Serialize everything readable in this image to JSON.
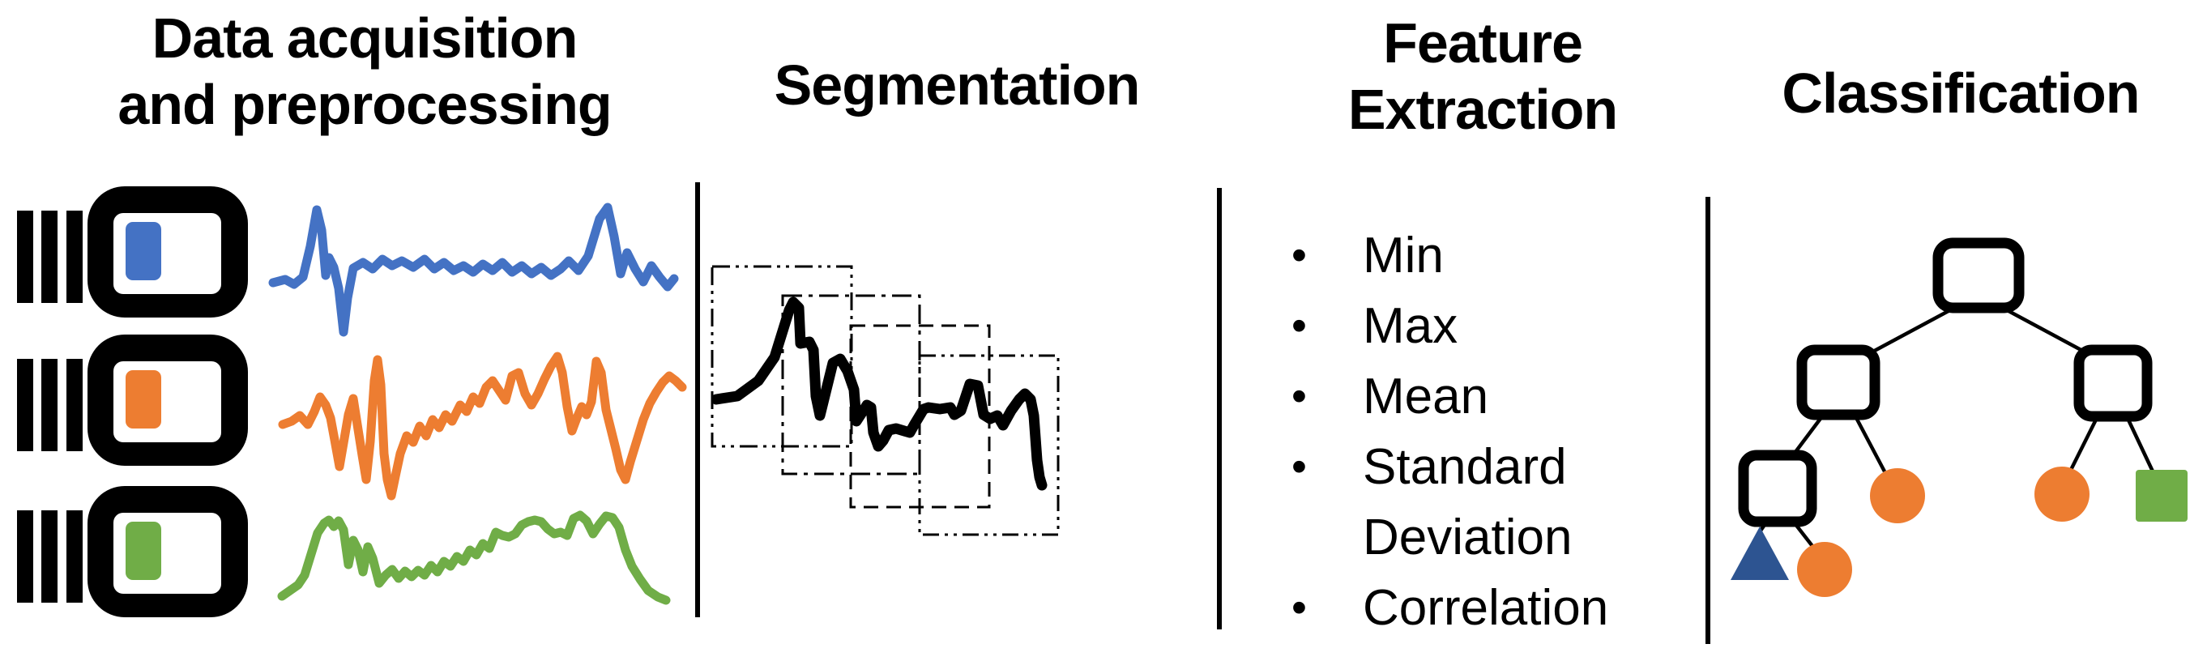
{
  "titles": {
    "acquisition_line1": "Data acquisition",
    "acquisition_line2": "and preprocessing",
    "segmentation": "Segmentation",
    "feature_line1": "Feature",
    "feature_line2": "Extraction",
    "classification": "Classification"
  },
  "features": {
    "bullet_glyph": "•",
    "rows": [
      {
        "label": "Min",
        "bulleted": true
      },
      {
        "label": "Max",
        "bulleted": true
      },
      {
        "label": "Mean",
        "bulleted": true
      },
      {
        "label": "Standard",
        "bulleted": true
      },
      {
        "label": "Deviation",
        "bulleted": false
      },
      {
        "label": "Correlation",
        "bulleted": true
      }
    ]
  },
  "devices": [
    {
      "id": "sensor-1",
      "chip_color": "#4472C4"
    },
    {
      "id": "sensor-2",
      "chip_color": "#ED7D31"
    },
    {
      "id": "sensor-3",
      "chip_color": "#70AD47"
    }
  ],
  "segmentation": {
    "window_count": 4,
    "window_styles": [
      "dash-dot-dot",
      "dash-dot",
      "dashed",
      "dash-dot-dot"
    ]
  },
  "classification_tree": {
    "decision_nodes": 4,
    "leaves": [
      {
        "shape": "triangle",
        "color": "#2D5491"
      },
      {
        "shape": "circle",
        "color": "#ED7D31"
      },
      {
        "shape": "circle",
        "color": "#ED7D31"
      },
      {
        "shape": "circle",
        "color": "#ED7D31"
      },
      {
        "shape": "square",
        "color": "#70AD47"
      }
    ]
  },
  "colors": {
    "blue": "#4472C4",
    "orange": "#ED7D31",
    "green": "#70AD47",
    "triangle_blue": "#2D5491",
    "triangle_edge": "#24427A",
    "ink": "#000000",
    "background": "#FFFFFF"
  }
}
